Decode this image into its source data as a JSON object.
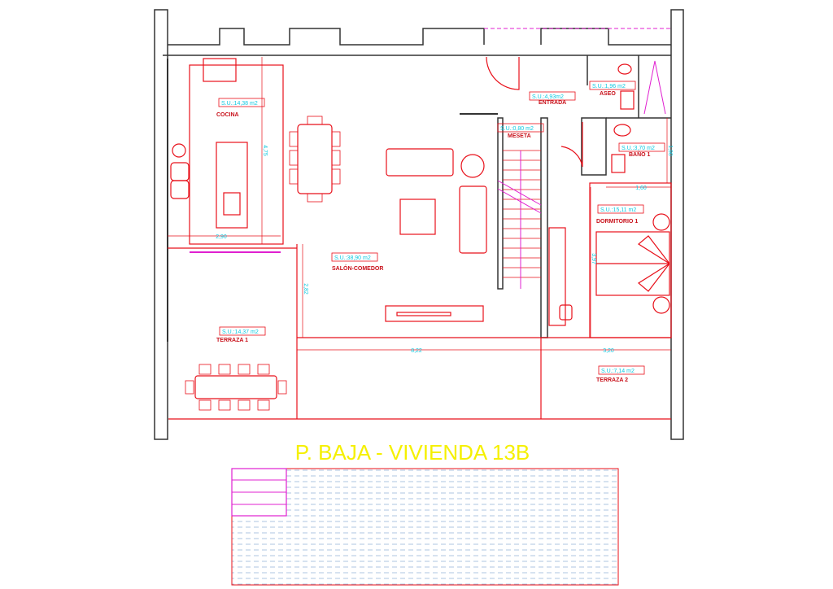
{
  "title": "P. BAJA - VIVIENDA 13B",
  "rooms": [
    {
      "name": "COCINA",
      "area": "S.U.:14,38 m2"
    },
    {
      "name": "SALÓN-COMEDOR",
      "area": "S.U.:38,90 m2"
    },
    {
      "name": "TERRAZA 1",
      "area": "S.U.:14,37 m2"
    },
    {
      "name": "MESETA",
      "area": "S.U.:0,80 m2"
    },
    {
      "name": "ENTRADA",
      "area": "S.U.:4,93m2"
    },
    {
      "name": "ASEO",
      "area": "S.U.:1,96 m2"
    },
    {
      "name": "BAÑO 1",
      "area": "S.U.:3,70 m2"
    },
    {
      "name": "DORMITORIO 1",
      "area": "S.U.:15,11 m2"
    },
    {
      "name": "TERRAZA 2",
      "area": "S.U.:7,14 m2"
    }
  ],
  "dimensions": [
    "4,75",
    "2,90",
    "2,82",
    "8,22",
    "3,20",
    "1,60",
    "1,90",
    "3,97"
  ],
  "colors": {
    "walls": "#333333",
    "lines": "#e8101a",
    "dimensions": "#10c8e0",
    "title": "#f5f000",
    "pool_hatch": "#9ab8d8",
    "stairs_arrow": "#e020d0"
  }
}
